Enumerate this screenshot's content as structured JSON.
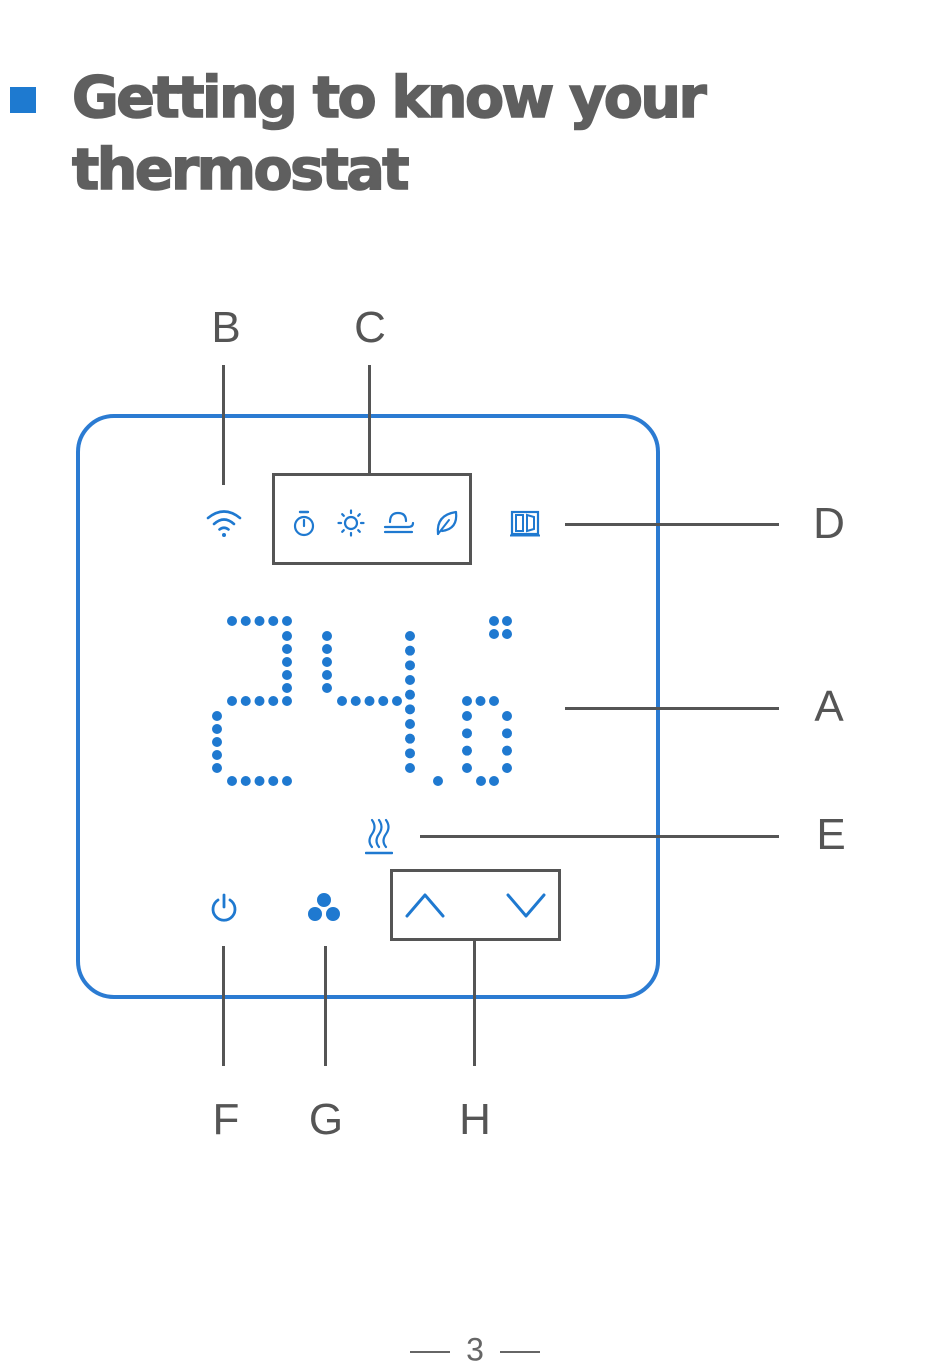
{
  "heading": {
    "line1": "Getting to know your",
    "line2": "thermostat"
  },
  "callouts": {
    "A": "A",
    "B": "B",
    "C": "C",
    "D": "D",
    "E": "E",
    "F": "F",
    "G": "G",
    "H": "H"
  },
  "display": {
    "temperature_digits": "24",
    "decimal_digit": "0",
    "degree_indicator": "°"
  },
  "icons": {
    "B": "wifi-icon",
    "C": [
      "timer-icon",
      "sun-icon",
      "wind-icon",
      "leaf-icon"
    ],
    "D": "window-icon",
    "E": "heating-icon",
    "F": "power-icon",
    "G": "fan-icon",
    "H": [
      "up-arrow-icon",
      "down-arrow-icon"
    ]
  },
  "colors": {
    "accent": "#1f79d0",
    "text": "#5f5f5f"
  },
  "page": {
    "number": "3"
  }
}
